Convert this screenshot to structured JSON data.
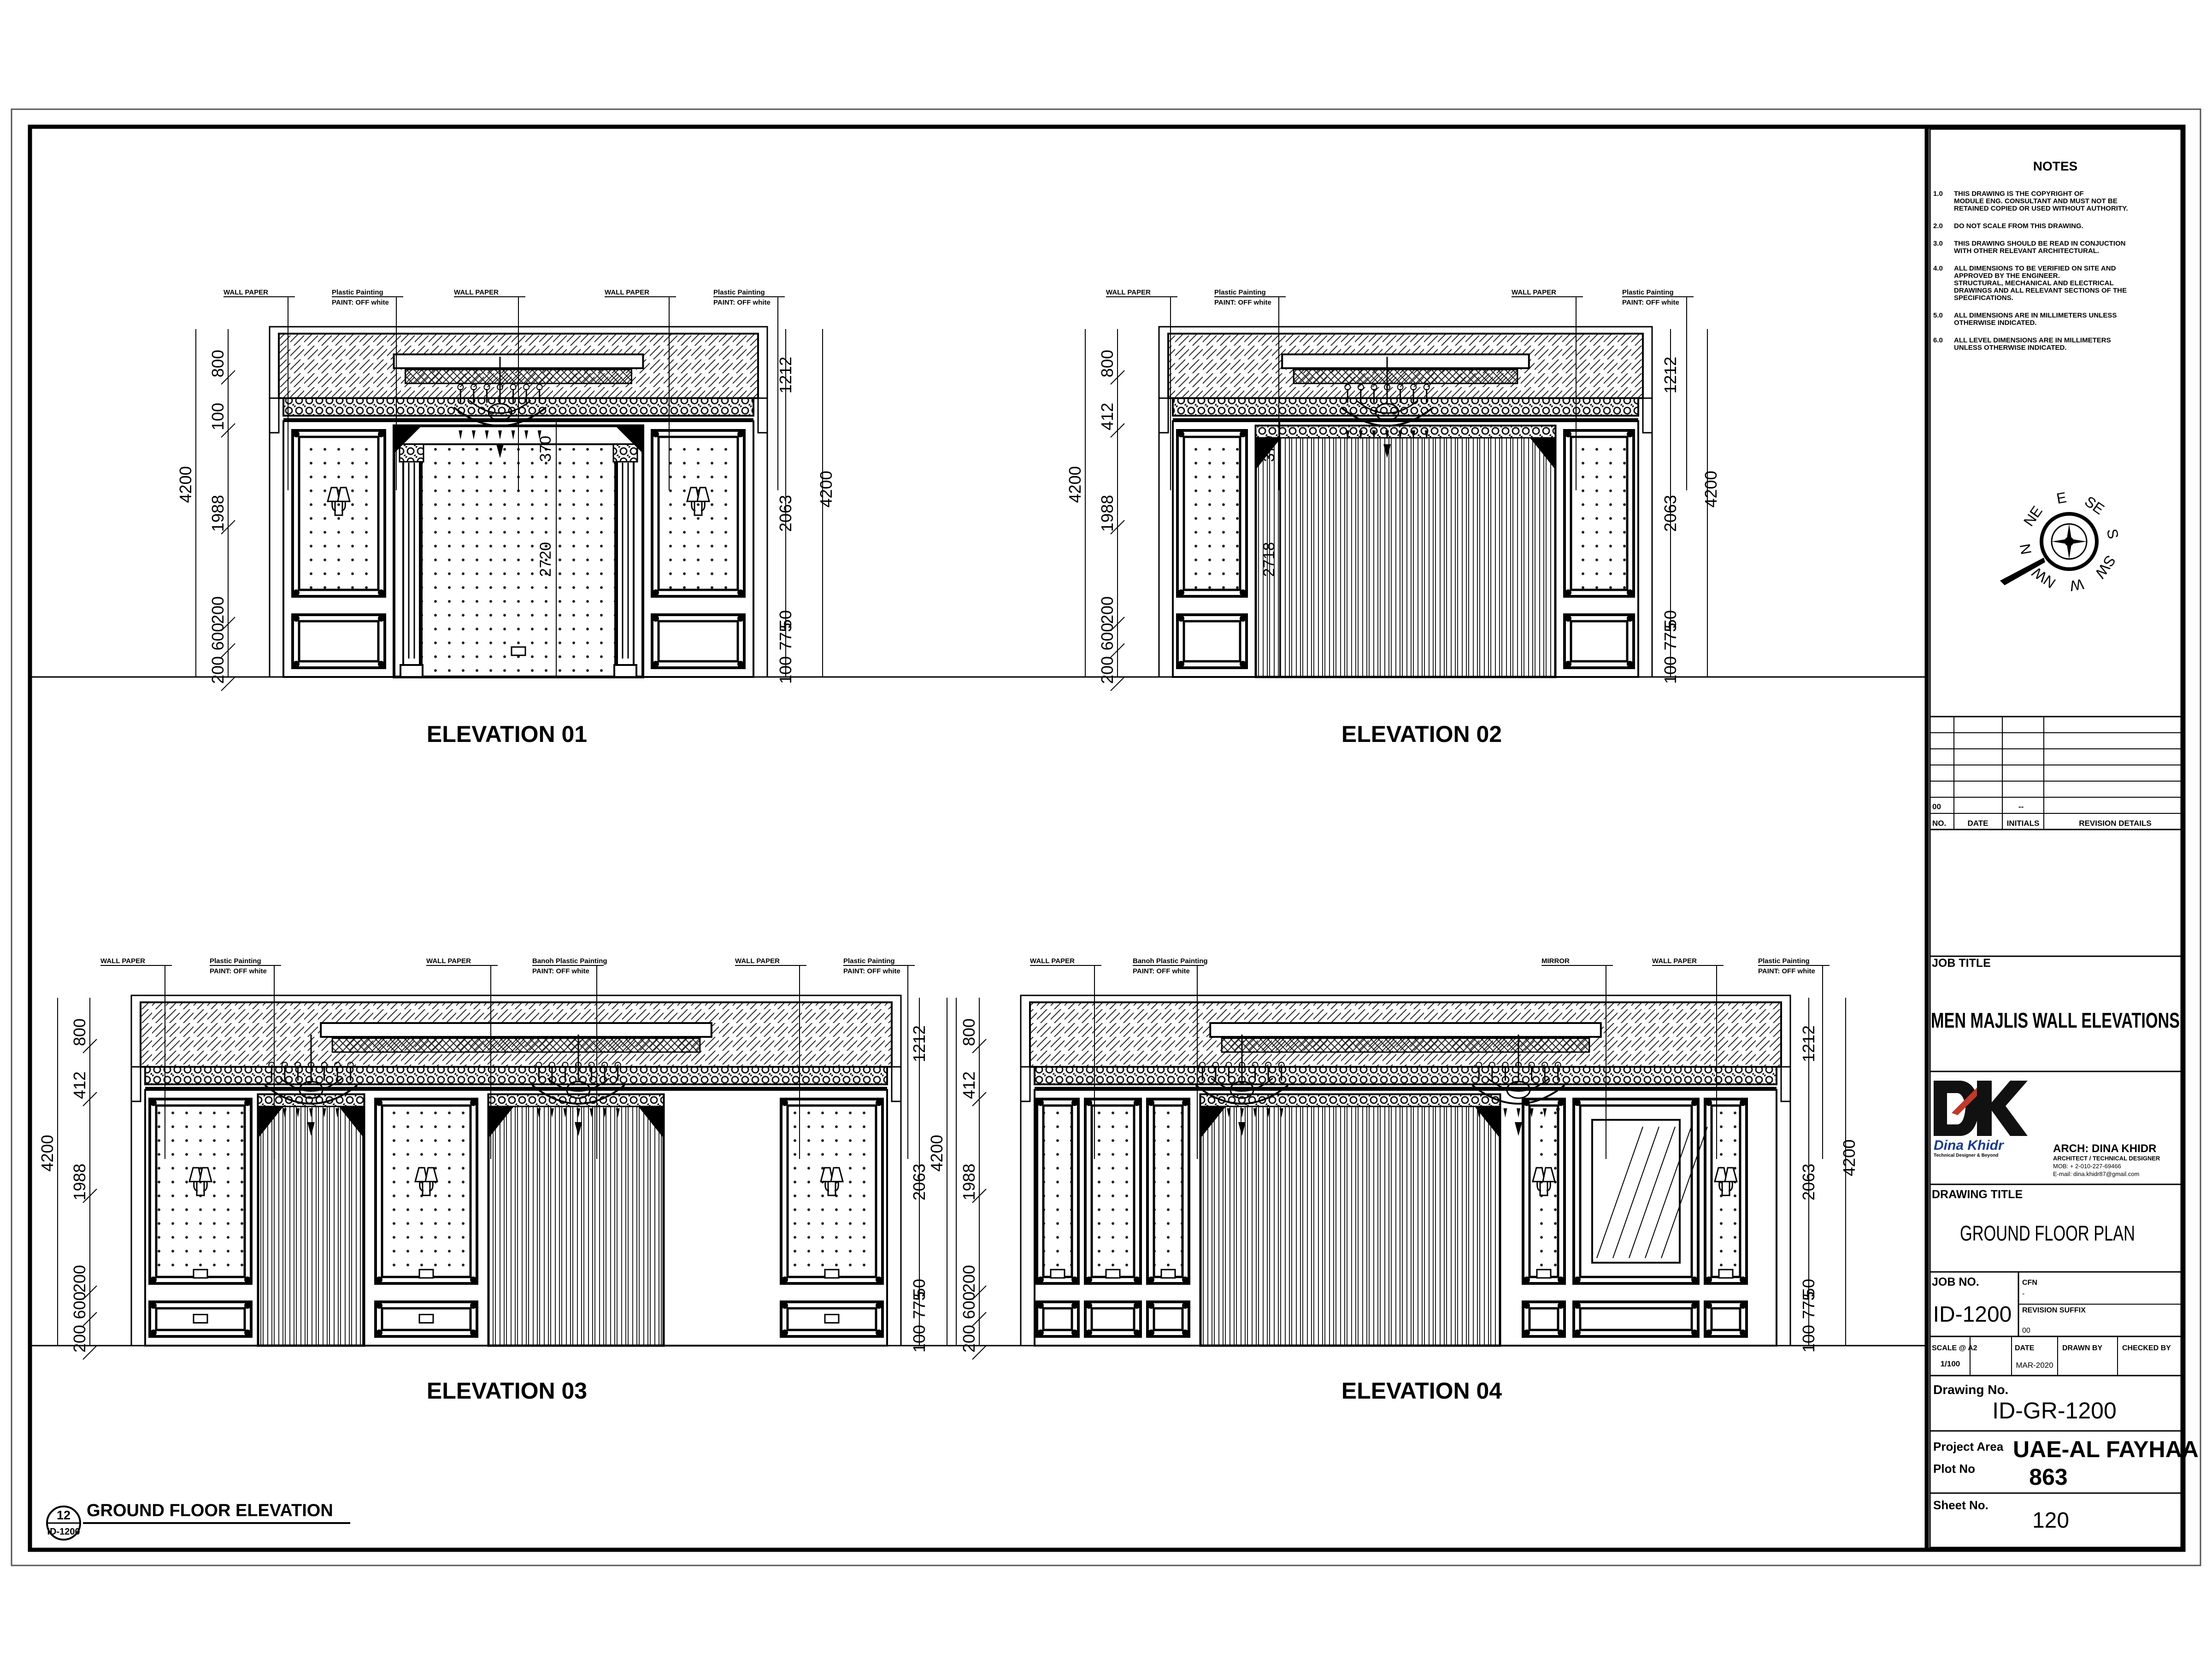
{
  "elevations": [
    {
      "title": "ELEVATION   01",
      "variant": "01",
      "callouts": [
        "WALL PAPER",
        "Plastic Painting",
        "PAINT: OFF white",
        "WALL PAPER",
        "WALL PAPER",
        "Plastic Painting",
        "PAINT: OFF white"
      ],
      "dims_left": [
        "800",
        "100",
        "1988",
        "200",
        "600",
        "200"
      ],
      "dim_left_total": "4200",
      "dims_right": [
        "1212",
        "2063",
        "50",
        "775",
        "100"
      ],
      "dim_right_total": "4200",
      "inner_dims": [
        "370",
        "2720"
      ]
    },
    {
      "title": "ELEVATION   02",
      "variant": "02",
      "callouts": [
        "WALL PAPER",
        "Plastic Painting",
        "PAINT: OFF white",
        "WALL PAPER",
        "Plastic Painting",
        "PAINT: OFF white"
      ],
      "dims_left": [
        "800",
        "412",
        "1988",
        "200",
        "600",
        "200"
      ],
      "dim_left_total": "4200",
      "dims_right": [
        "1212",
        "2063",
        "50",
        "775",
        "100"
      ],
      "dim_right_total": "4200",
      "inner_dims": [
        "370",
        "2718"
      ]
    },
    {
      "title": "ELEVATION   03",
      "variant": "03",
      "callouts": [
        "WALL PAPER",
        "Plastic Painting",
        "PAINT: OFF white",
        "WALL PAPER",
        "Banoh Plastic Painting",
        "PAINT: OFF white",
        "WALL PAPER",
        "Plastic Painting",
        "PAINT: OFF white"
      ],
      "dims_left": [
        "800",
        "412",
        "1988",
        "200",
        "600",
        "200"
      ],
      "dim_left_total": "4200",
      "dims_right": [
        "1212",
        "2063",
        "50",
        "775",
        "100"
      ],
      "dim_right_total": "",
      "inner_dims": []
    },
    {
      "title": "ELEVATION   04",
      "variant": "04",
      "callouts": [
        "WALL PAPER",
        "Banoh Plastic Painting",
        "PAINT: OFF white",
        "MIRROR",
        "WALL PAPER",
        "Plastic Painting",
        "PAINT: OFF white"
      ],
      "dims_left": [
        "800",
        "412",
        "1988",
        "200",
        "600",
        "200"
      ],
      "dim_left_total": "4200",
      "dims_right": [
        "1212",
        "2063",
        "50",
        "775",
        "100"
      ],
      "dim_right_total": "4200",
      "inner_dims": []
    }
  ],
  "sheet_label": {
    "number": "12",
    "ref": "ID-1200",
    "title": "GROUND FLOOR ELEVATION"
  },
  "notes": {
    "title": "NOTES",
    "items": [
      {
        "num": "1.0",
        "lines": [
          "THIS DRAWING IS THE COPYRIGHT OF",
          "MODULE ENG. CONSULTANT AND MUST NOT BE",
          "RETAINED COPIED OR USED WITHOUT AUTHORITY."
        ]
      },
      {
        "num": "2.0",
        "lines": [
          "DO NOT SCALE FROM THIS DRAWING."
        ]
      },
      {
        "num": "3.0",
        "lines": [
          "THIS DRAWING SHOULD BE READ IN CONJUCTION",
          "WITH OTHER RELEVANT ARCHITECTURAL."
        ]
      },
      {
        "num": "4.0",
        "lines": [
          "ALL DIMENSIONS TO BE VERIFIED ON SITE AND",
          "APPROVED BY THE ENGINEER.",
          "STRUCTURAL, MECHANICAL AND ELECTRICAL",
          "DRAWINGS AND ALL RELEVANT SECTIONS OF THE",
          "SPECIFICATIONS."
        ]
      },
      {
        "num": "5.0",
        "lines": [
          "ALL DIMENSIONS ARE IN MILLIMETERS UNLESS",
          "OTHERWISE INDICATED."
        ]
      },
      {
        "num": "6.0",
        "lines": [
          "ALL LEVEL DIMENSIONS ARE IN MILLIMETERS",
          "UNLESS OTHERWISE INDICATED."
        ]
      }
    ]
  },
  "compass": {
    "labels": [
      "E",
      "SE",
      "S",
      "SW",
      "W",
      "NW",
      "N",
      "NE"
    ]
  },
  "revisions": {
    "first_row": [
      "00",
      "--"
    ],
    "headers": [
      "NO.",
      "DATE",
      "INITIALS",
      "REVISION DETAILS"
    ]
  },
  "job_title": {
    "label": "JOB TITLE",
    "value": "MEN MAJLIS  WALL ELEVATIONS"
  },
  "logo": {
    "text": "Dina Khidr",
    "tagline": "Technical Designer & Beyond"
  },
  "architect": {
    "name": "ARCH:  DINA KHIDR",
    "role": "ARCHITECT / TECHNICAL DESIGNER",
    "mob": "MOB: + 2-010-227-69466",
    "email": "E-mail: dina.khidr87@gmail.com"
  },
  "drawing_title": {
    "label": "DRAWING TITLE",
    "value": "GROUND FLOOR PLAN"
  },
  "job_no": {
    "label": "JOB NO.",
    "value": "ID-1200",
    "cfn_label": "CFN",
    "cfn_value": "-",
    "rev_label": "REVISION SUFFIX",
    "rev_value": "00"
  },
  "scale": {
    "label": "SCALE @ A2",
    "value": "1/100",
    "date_label": "DATE",
    "date_value": "MAR-2020",
    "drawn_label": "DRAWN BY",
    "checked_label": "CHECKED BY"
  },
  "drawing_no": {
    "label": "Drawing No.",
    "value": "ID-GR-1200"
  },
  "project_area": {
    "label": "Project Area",
    "value": "UAE-AL FAYHAA"
  },
  "plot_no": {
    "label": "Plot No",
    "value": "863"
  },
  "sheet_no": {
    "label": "Sheet No.",
    "value": "120"
  }
}
